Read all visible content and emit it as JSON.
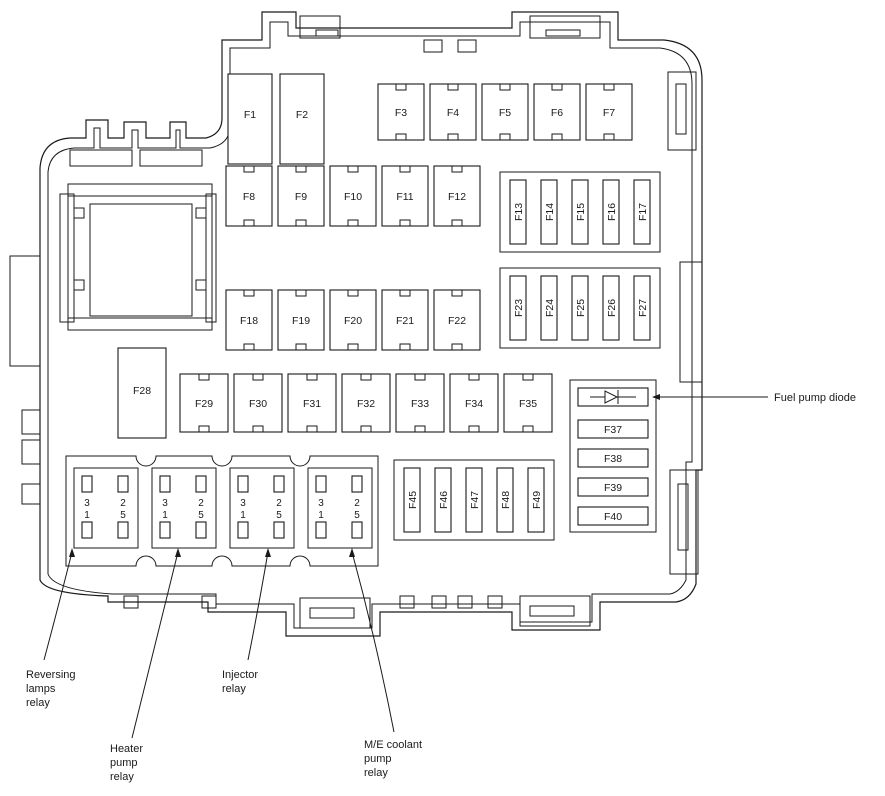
{
  "fuses_large": [
    {
      "id": "F1",
      "label": "F1"
    },
    {
      "id": "F2",
      "label": "F2"
    },
    {
      "id": "F28",
      "label": "F28"
    }
  ],
  "fuses_mini_row1": [
    "F3",
    "F4",
    "F5",
    "F6",
    "F7"
  ],
  "fuses_mini_row2": [
    "F8",
    "F9",
    "F10",
    "F11",
    "F12"
  ],
  "fuses_mini_row3": [
    "F18",
    "F19",
    "F20",
    "F21",
    "F22"
  ],
  "fuses_mini_row4": [
    "F29",
    "F30",
    "F31",
    "F32",
    "F33",
    "F34",
    "F35"
  ],
  "fuses_vertical_group1": [
    "F13",
    "F14",
    "F15",
    "F16",
    "F17"
  ],
  "fuses_vertical_group2": [
    "F23",
    "F24",
    "F25",
    "F26",
    "F27"
  ],
  "fuses_vertical_group3": [
    "F45",
    "F46",
    "F47",
    "F48",
    "F49"
  ],
  "fuses_horizontal": [
    "F37",
    "F38",
    "F39",
    "F40"
  ],
  "relay_pins": {
    "top_left": "3",
    "top_right": "2",
    "bottom_left": "1",
    "bottom_right": "5"
  },
  "callouts": {
    "fuel_pump_diode": "Fuel pump diode",
    "reversing": [
      "Reversing",
      "lamps",
      "relay"
    ],
    "heater": [
      "Heater",
      "pump",
      "relay"
    ],
    "injector": [
      "Injector",
      "relay"
    ],
    "coolant": [
      "M/E coolant",
      "pump",
      "relay"
    ]
  }
}
